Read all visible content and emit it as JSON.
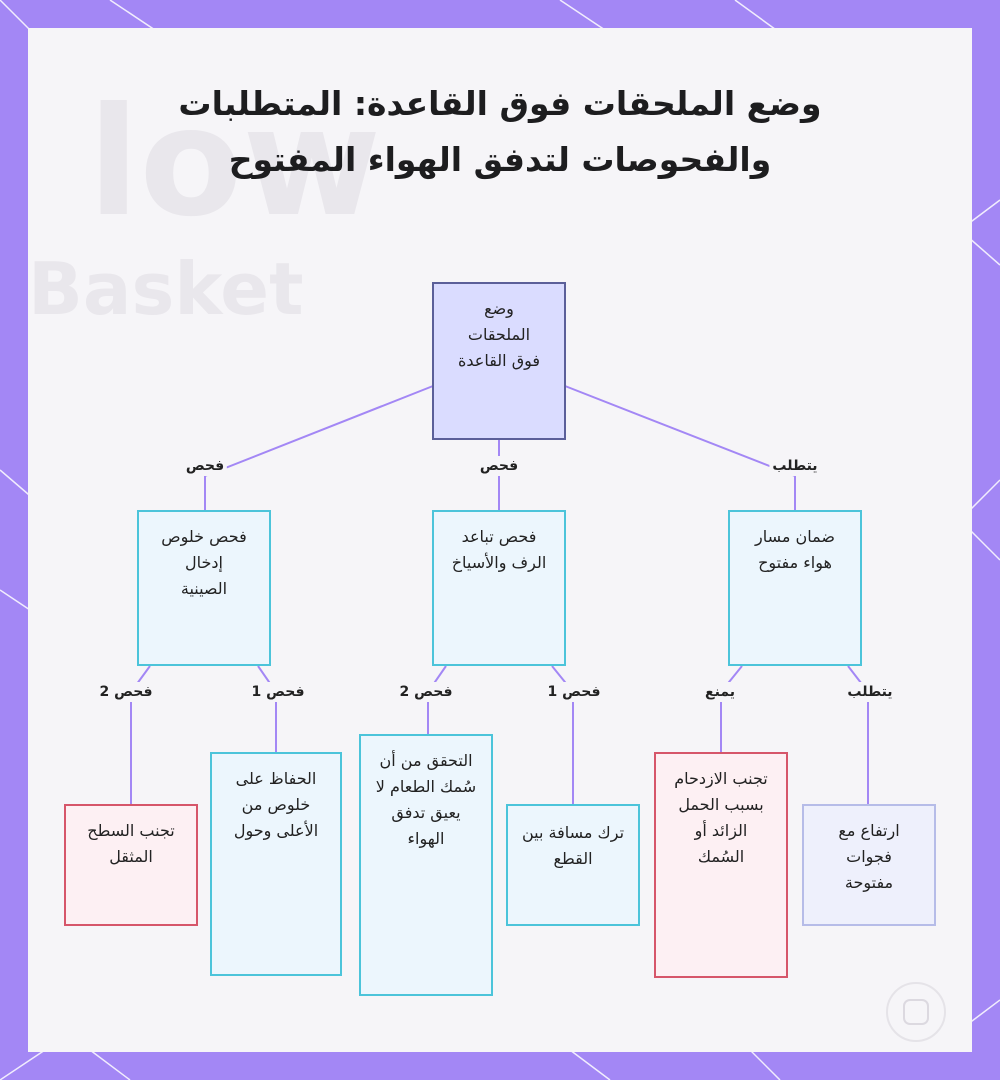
{
  "title": "وضع الملحقات فوق القاعدة: المتطلبات والفحوصات لتدفق الهواء المفتوح",
  "watermark": {
    "line1": "low",
    "line2": "Basket"
  },
  "nodes": {
    "root": "وضع الملحقات فوق القاعدة",
    "check_tray": "فحص خلوص إدخال الصينية",
    "check_rack": "فحص تباعد الرف والأسياخ",
    "ensure_path": "ضمان مسار هواء مفتوح",
    "avoid_heavy": "تجنب السطح المثقل",
    "keep_clearance": "الحفاظ على خلوص من الأعلى وحول",
    "verify_thickness": "التحقق من أن سُمك الطعام لا يعيق تدفق الهواء",
    "leave_distance": "ترك مسافة بين القطع",
    "avoid_crowding": "تجنب الازدحام بسبب الحمل الزائد أو السُمك",
    "raise_gaps": "ارتفاع مع فجوات مفتوحة"
  },
  "edges": {
    "root_tray": "فحص",
    "root_rack": "فحص",
    "root_path": "يتطلب",
    "tray_heavy": "فحص 2",
    "tray_clearance": "فحص 1",
    "rack_thickness": "فحص 2",
    "rack_distance": "فحص 1",
    "path_crowding": "يمنع",
    "path_raise": "يتطلب"
  },
  "colors": {
    "background": "#a387f5",
    "card": "#f6f5f8",
    "connector": "#a387f5",
    "root_fill": "#dadcff",
    "root_border": "#5b5f99",
    "check_fill": "#ecf6fd",
    "check_border": "#4cc4da",
    "warning_fill": "#fdf0f3",
    "warning_border": "#d6566a",
    "soft_fill": "#eef0fc",
    "soft_border": "#b6bce8"
  }
}
